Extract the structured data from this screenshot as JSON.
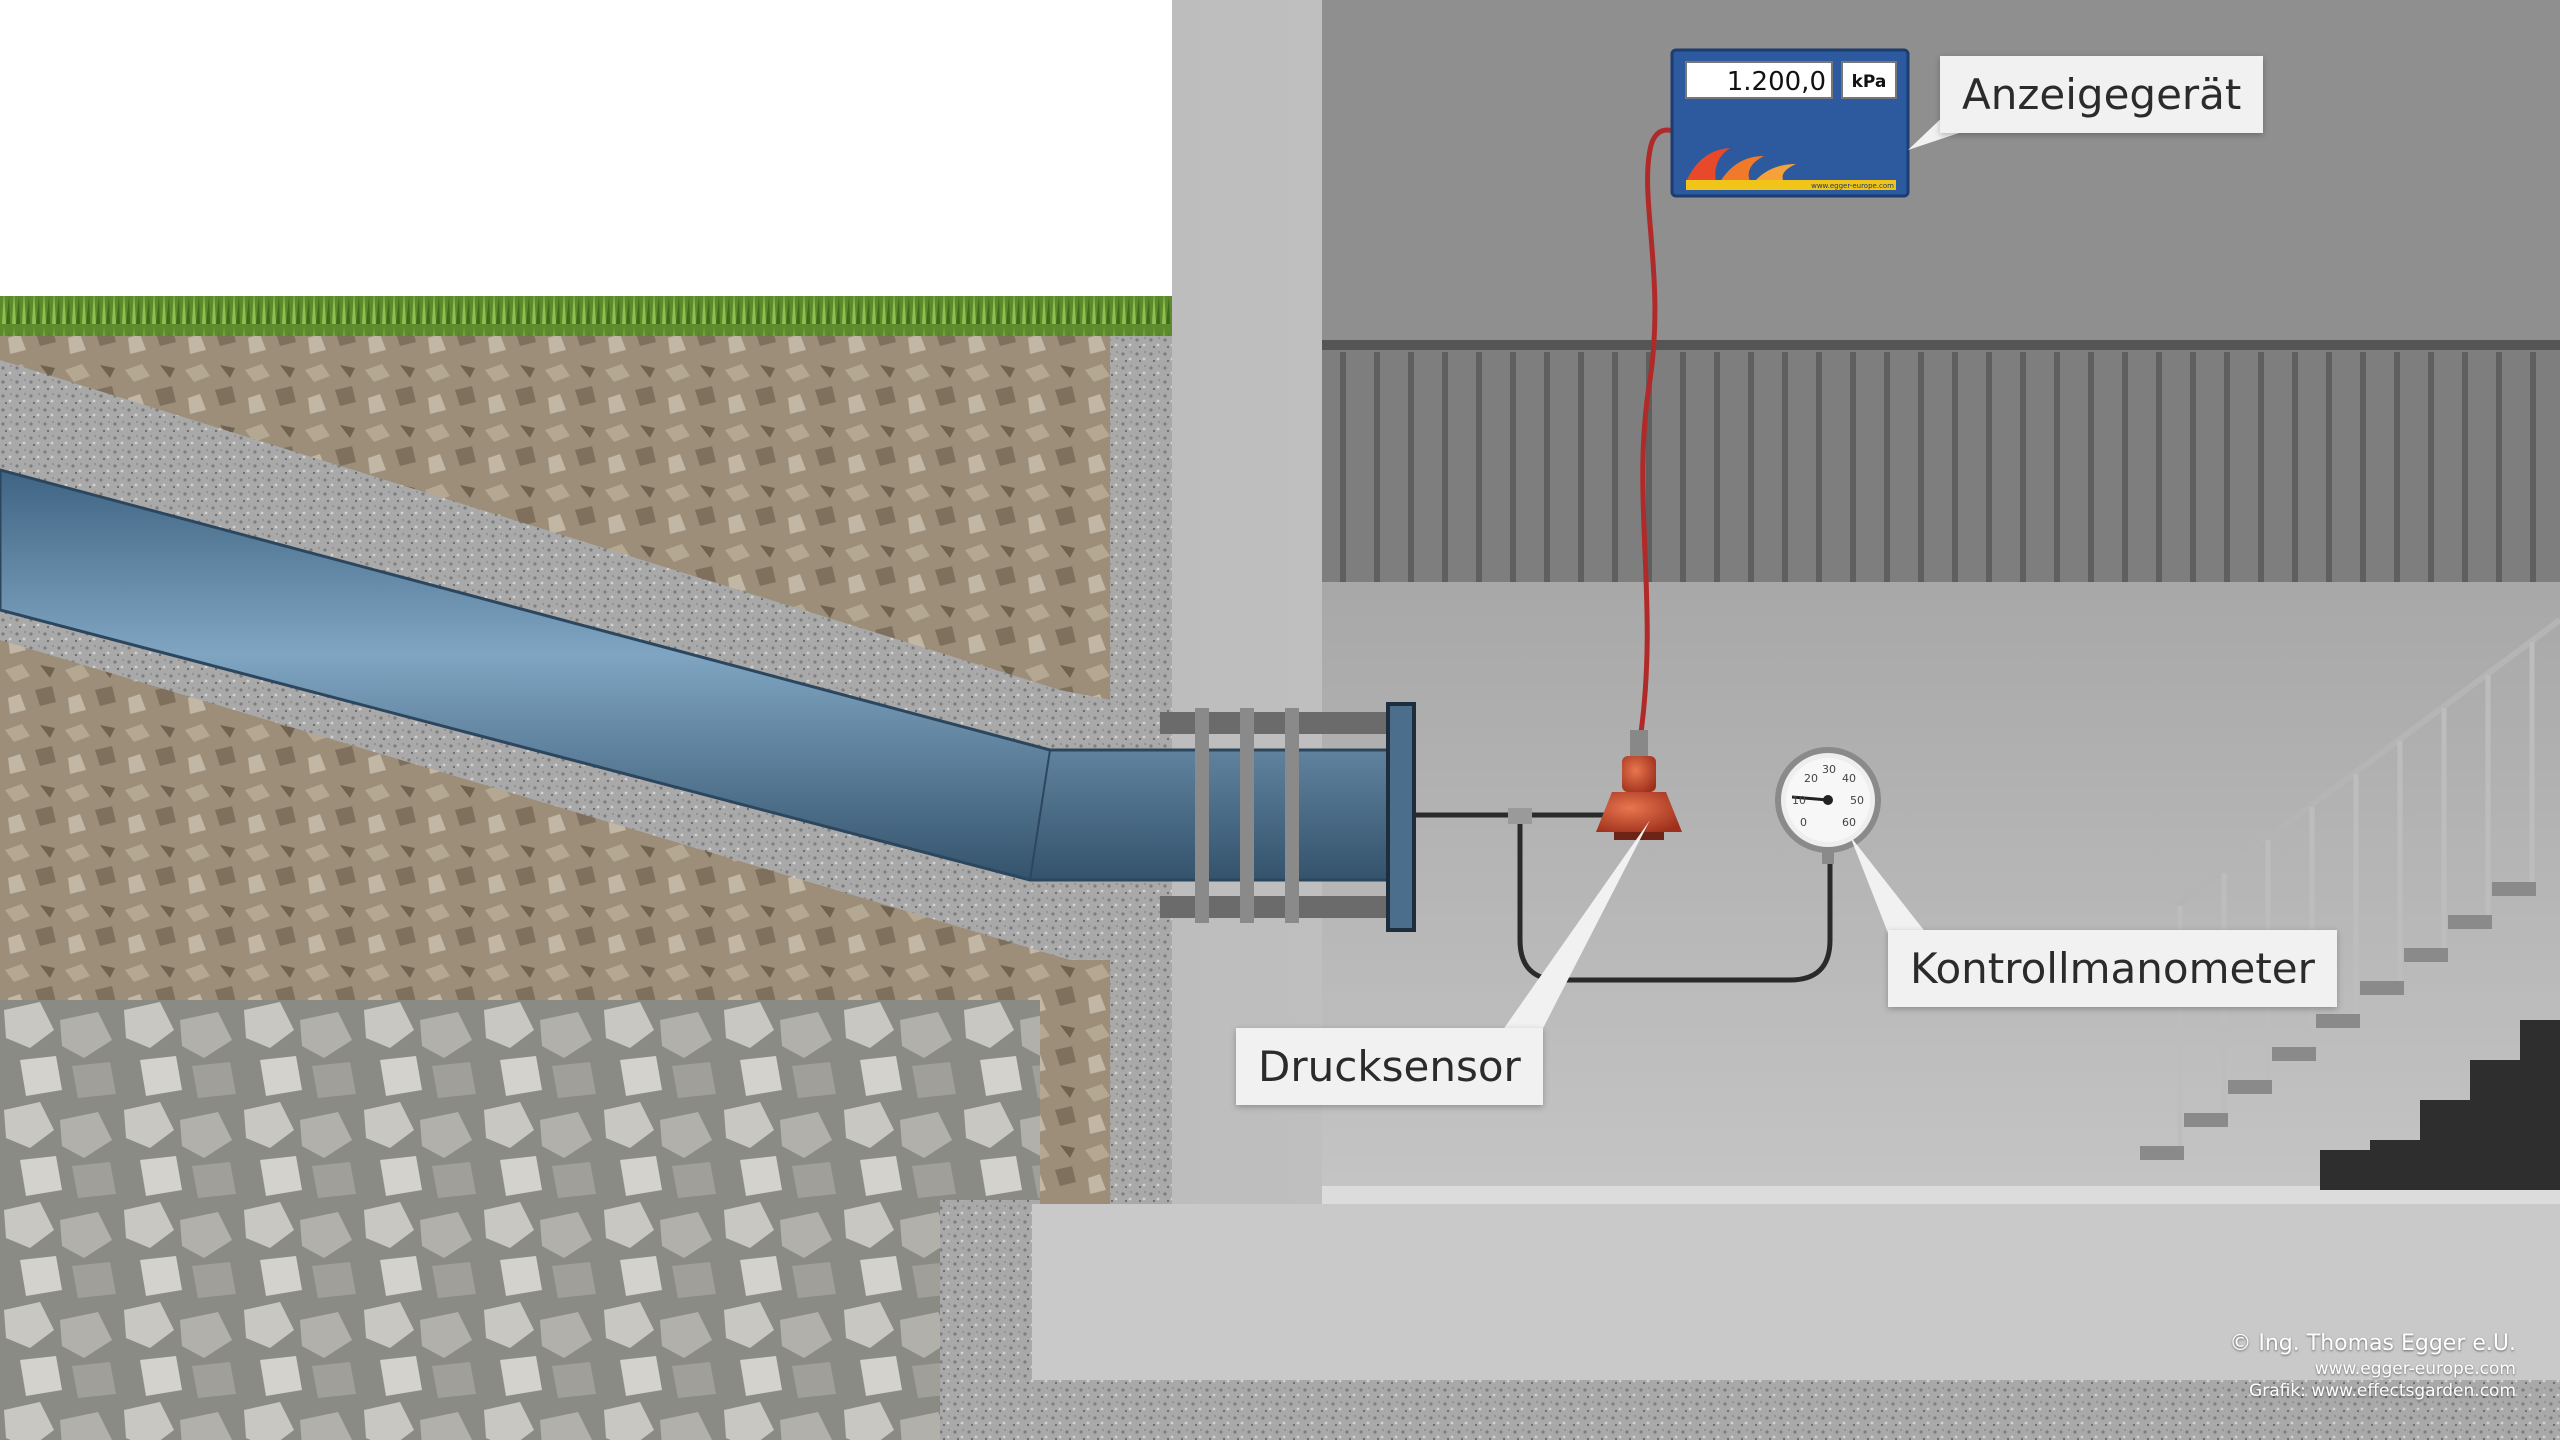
{
  "labels": {
    "display_device": "Anzeigegerät",
    "pressure_sensor": "Drucksensor",
    "control_manometer": "Kontrollmanometer"
  },
  "display": {
    "value": "1.200,0",
    "unit": "kPa",
    "url": "www.egger-europe.com"
  },
  "gauge": {
    "ticks": [
      "20",
      "30",
      "40",
      "10",
      "50",
      "0",
      "60"
    ]
  },
  "credits": {
    "copyright": "© Ing. Thomas Egger e.U.",
    "website": "www.egger-europe.com",
    "graphic": "Grafik: www.effectsgarden.com"
  },
  "colors": {
    "pipe": "#4f7593",
    "concrete": "#c8c8c8",
    "soil": "#9a8c78",
    "grass": "#6f9a3a",
    "display_panel": "#2d5a9e",
    "sensor": "#c0432a",
    "cable": "#b02a2a"
  }
}
